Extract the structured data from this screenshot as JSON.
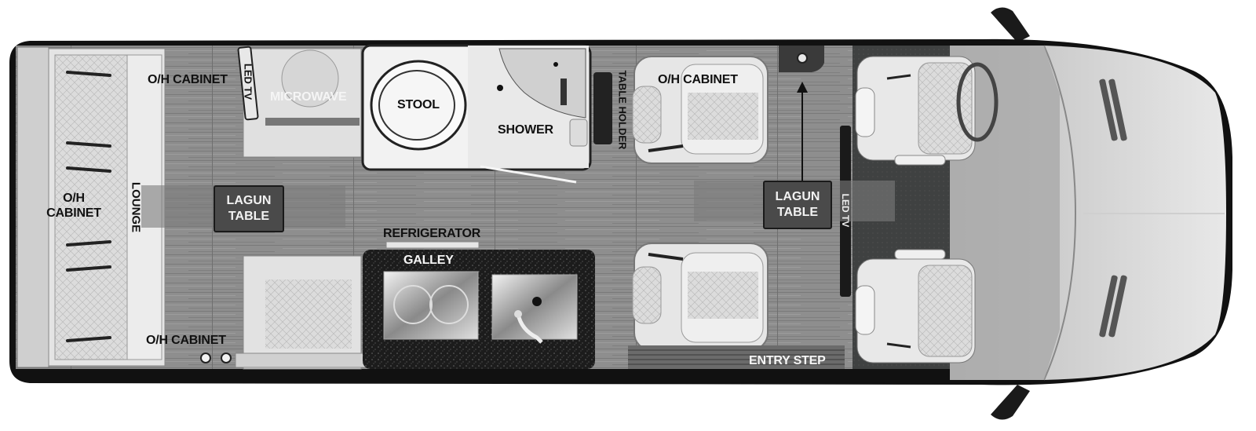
{
  "floorplan": {
    "labels": {
      "oh_cabinet_top_left": "O/H CABINET",
      "led_tv_rear": "LED TV",
      "microwave": "MICROWAVE",
      "stool": "STOOL",
      "shower": "SHOWER",
      "table_holder": "TABLE HOLDER",
      "oh_cabinet_top_right": "O/H CABINET",
      "oh_cabinet_rear_line1": "O/H",
      "oh_cabinet_rear_line2": "CABINET",
      "lounge": "LOUNGE",
      "lagun_table_rear_line1": "LAGUN",
      "lagun_table_rear_line2": "TABLE",
      "refrigerator": "REFRIGERATOR",
      "galley": "GALLEY",
      "lagun_table_front_line1": "LAGUN",
      "lagun_table_front_line2": "TABLE",
      "led_tv_front": "LED TV",
      "oh_cabinet_bottom_left": "O/H CABINET",
      "entry_step": "ENTRY STEP"
    },
    "colors": {
      "floor": "#8c8c8c",
      "body_outline": "#111111",
      "cab_carpet": "#3e4040",
      "galley_counter": "#1c1c1c",
      "seat": "#e6e6e6",
      "table": "#4a4a4a"
    }
  }
}
